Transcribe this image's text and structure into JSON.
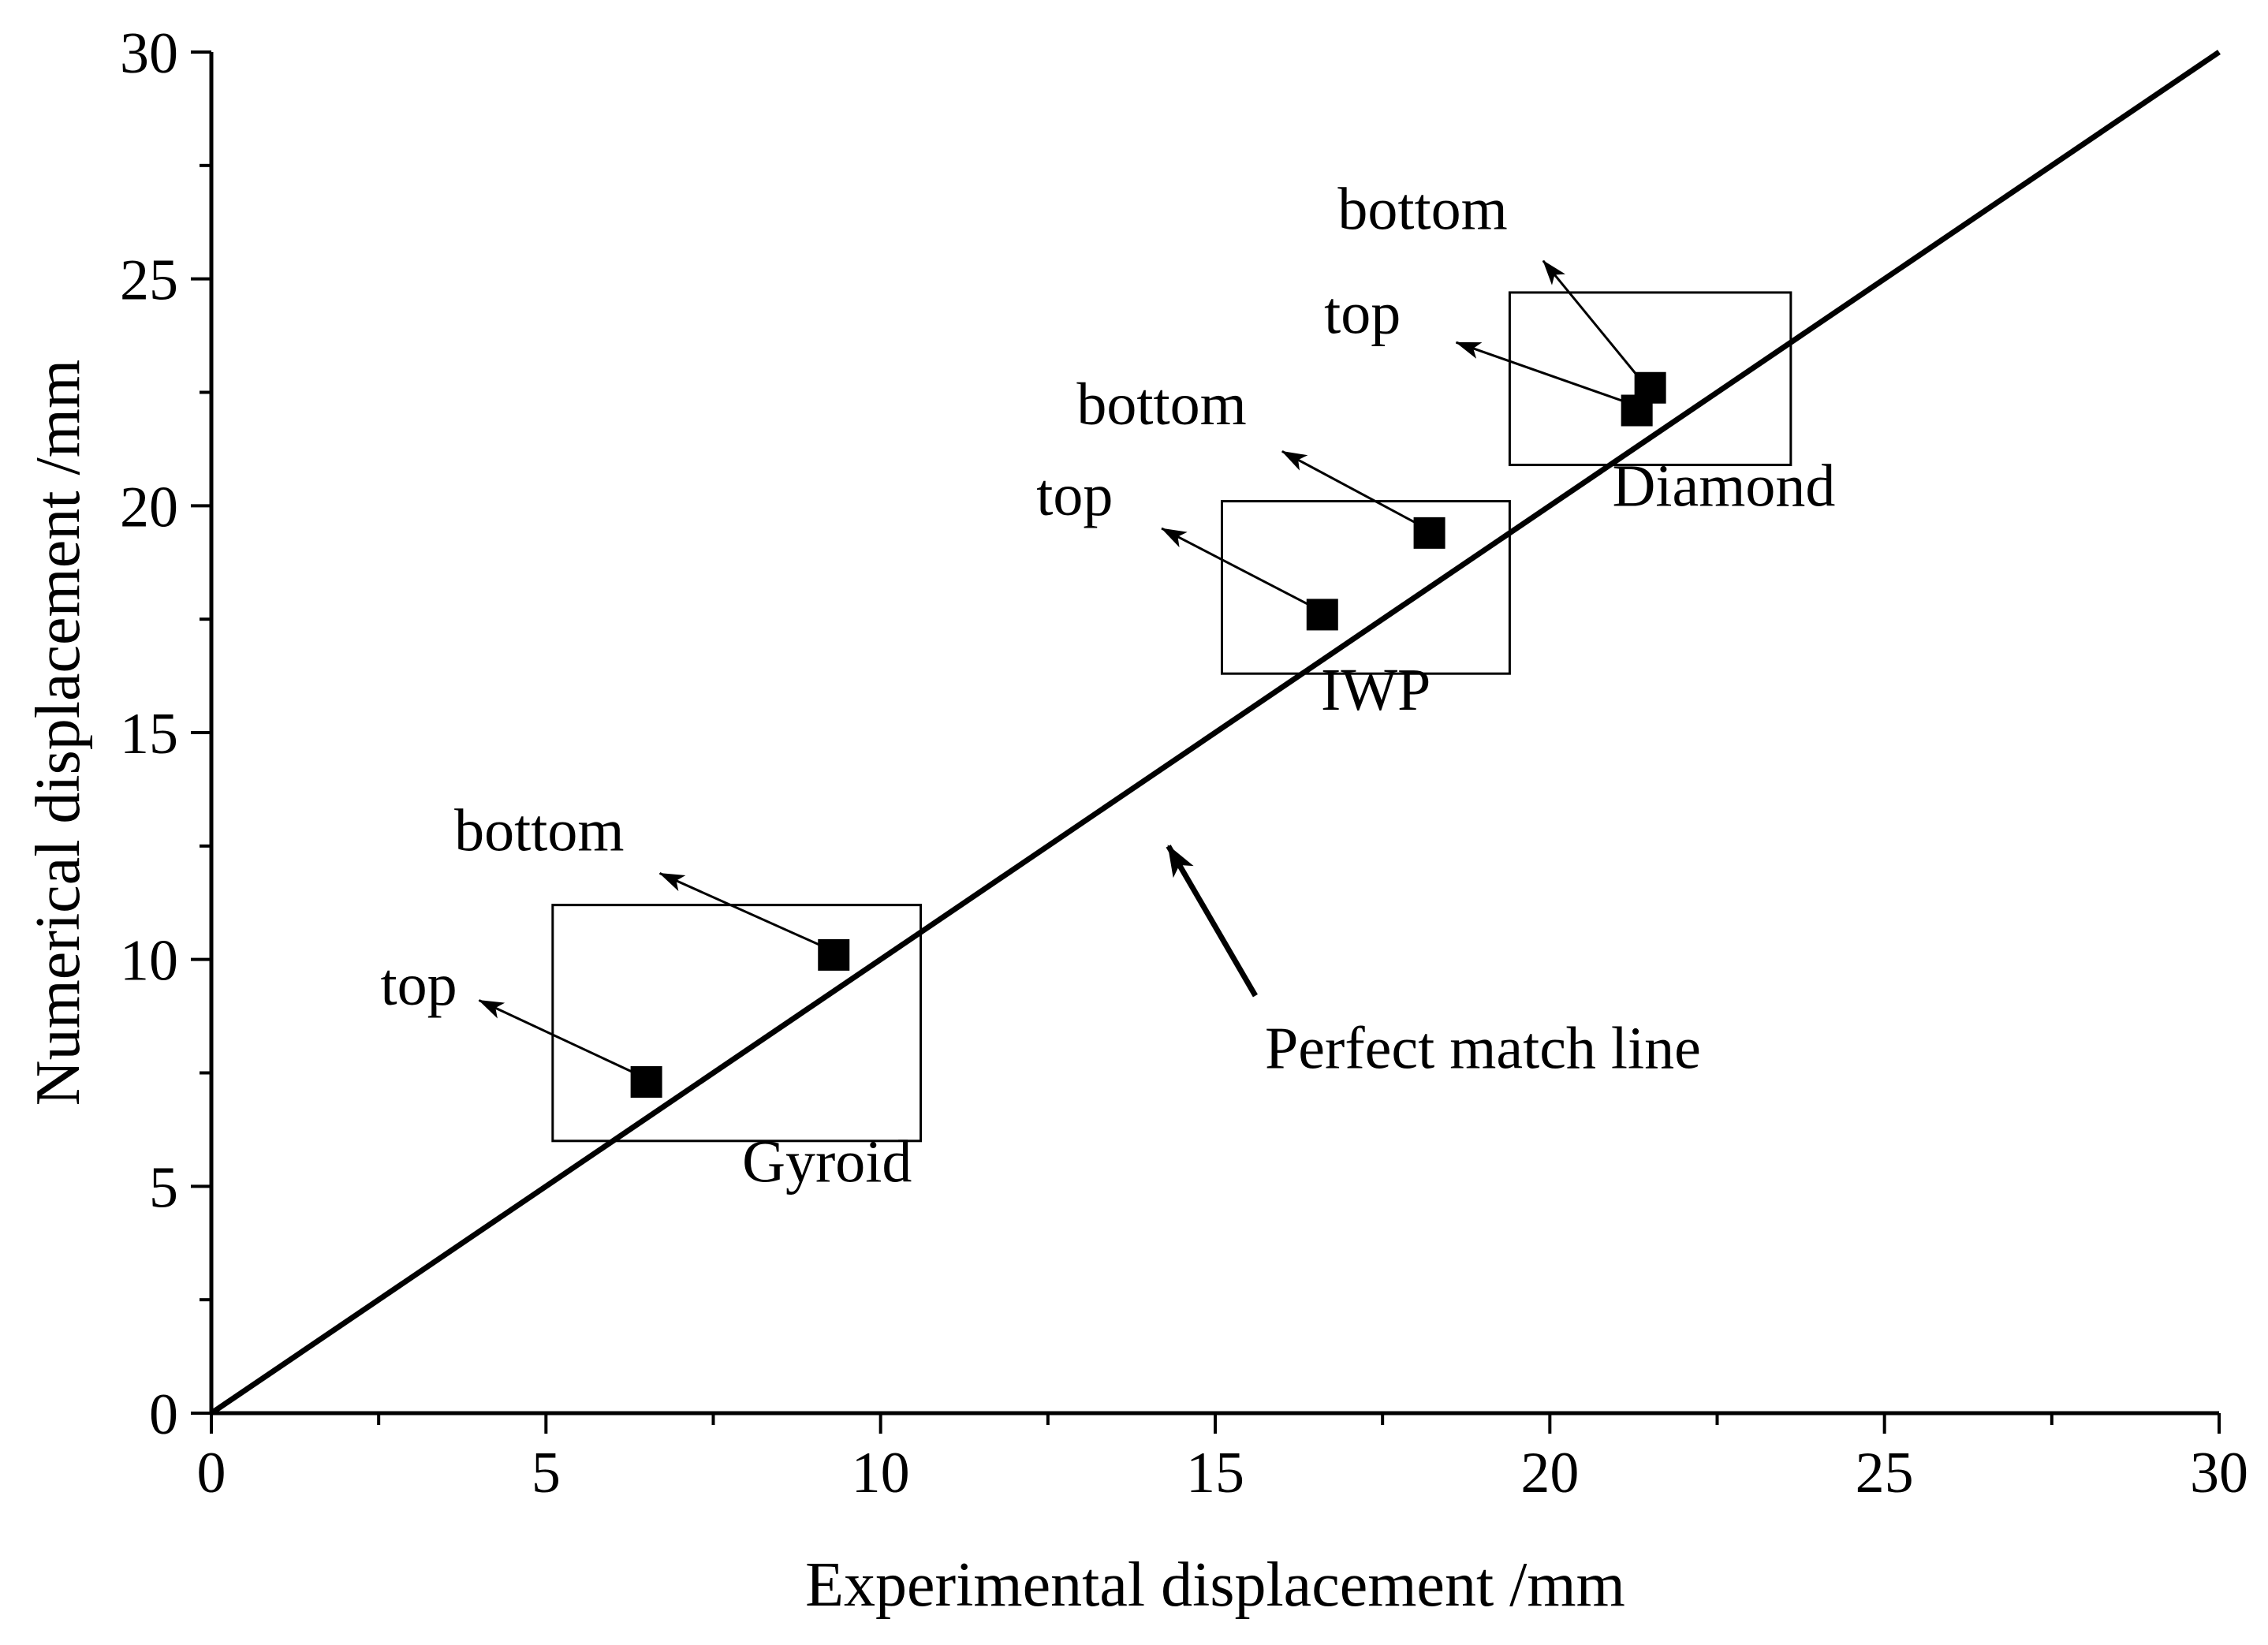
{
  "chart_data": {
    "type": "scatter",
    "title": "",
    "xlabel": "Experimental displacement /mm",
    "ylabel": "Numerical displacement /mm",
    "xlim": [
      0,
      30
    ],
    "ylim": [
      0,
      30
    ],
    "xticks": [
      0,
      5,
      10,
      15,
      20,
      25,
      30
    ],
    "yticks": [
      0,
      5,
      10,
      15,
      20,
      25,
      30
    ],
    "grid": false,
    "legend": "none",
    "reference_line": {
      "label": "Perfect match line",
      "from": [
        0,
        0
      ],
      "to": [
        30,
        30
      ]
    },
    "groups": [
      {
        "name": "Gyroid",
        "box": {
          "x": [
            5.1,
            10.6
          ],
          "y": [
            6.0,
            11.2
          ]
        },
        "points": [
          {
            "label": "top",
            "x": 6.5,
            "y": 7.3
          },
          {
            "label": "bottom",
            "x": 9.3,
            "y": 10.1
          }
        ]
      },
      {
        "name": "IWP",
        "box": {
          "x": [
            15.1,
            19.4
          ],
          "y": [
            16.3,
            20.1
          ]
        },
        "points": [
          {
            "label": "top",
            "x": 16.6,
            "y": 17.6
          },
          {
            "label": "bottom",
            "x": 18.2,
            "y": 19.4
          }
        ]
      },
      {
        "name": "Diamond",
        "box": {
          "x": [
            19.4,
            23.6
          ],
          "y": [
            20.9,
            24.7
          ]
        },
        "points": [
          {
            "label": "top",
            "x": 21.3,
            "y": 22.1
          },
          {
            "label": "bottom",
            "x": 21.5,
            "y": 22.6
          }
        ]
      }
    ],
    "annotations": [
      {
        "text": "top",
        "group": 0,
        "point": 0,
        "text_at": [
          3.1,
          9.0
        ],
        "arrow_tip": [
          4.0,
          9.1
        ]
      },
      {
        "text": "bottom",
        "group": 0,
        "point": 1,
        "text_at": [
          4.9,
          12.4
        ],
        "arrow_tip": [
          6.7,
          11.9
        ]
      },
      {
        "text": "top",
        "group": 1,
        "point": 0,
        "text_at": [
          12.9,
          19.8
        ],
        "arrow_tip": [
          14.2,
          19.5
        ]
      },
      {
        "text": "bottom",
        "group": 1,
        "point": 1,
        "text_at": [
          14.2,
          21.8
        ],
        "arrow_tip": [
          16.0,
          21.2
        ]
      },
      {
        "text": "top",
        "group": 2,
        "point": 0,
        "text_at": [
          17.2,
          23.8
        ],
        "arrow_tip": [
          18.6,
          23.6
        ]
      },
      {
        "text": "bottom",
        "group": 2,
        "point": 1,
        "text_at": [
          18.1,
          26.1
        ],
        "arrow_tip": [
          19.9,
          25.4
        ]
      },
      {
        "text": "Perfect match line",
        "text_at": [
          19.0,
          7.6
        ],
        "arrow_from": [
          15.6,
          9.2
        ],
        "arrow_tip": [
          14.3,
          12.5
        ]
      }
    ],
    "group_label_at": [
      [
        9.2,
        5.1
      ],
      [
        17.4,
        15.5
      ],
      [
        22.6,
        20.0
      ]
    ]
  }
}
